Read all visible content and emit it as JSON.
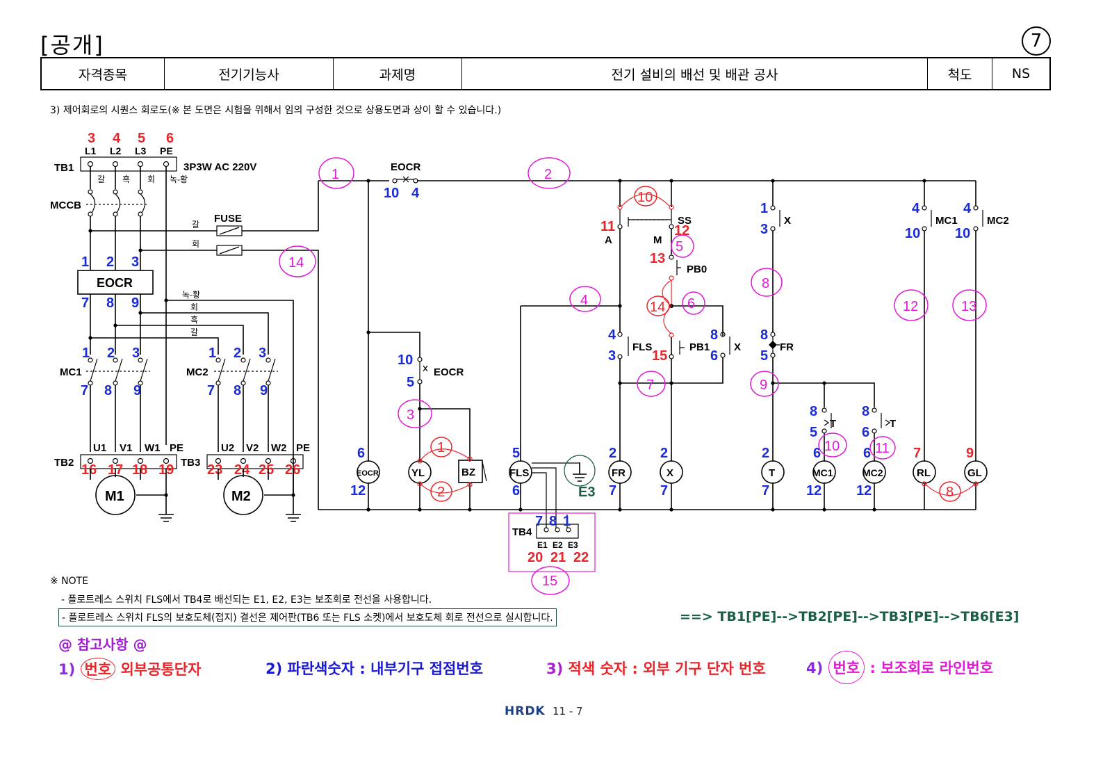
{
  "page_label": "[공개]",
  "page_number": "7",
  "header": {
    "field_label": "자격종목",
    "field_value": "전기기능사",
    "task_label": "과제명",
    "task_value": "전기 설비의 배선 및 배관 공사",
    "scale_label": "척도",
    "scale_value": "NS"
  },
  "subtitle": "3) 제어회로의 시퀀스 회로도(※ 본 도면은 시험을 위해서 임의 구성한 것으로 상용도면과 상이 할 수 있습니다.)",
  "diagram": {
    "tb1": {
      "name": "TB1",
      "spec": "3P3W AC 220V",
      "terminals": [
        "L1",
        "L2",
        "L3",
        "PE"
      ],
      "terminal_numbers": [
        "3",
        "4",
        "5",
        "6"
      ],
      "wire_colors": [
        "갈",
        "흑",
        "회",
        "녹-황"
      ]
    },
    "mccb": "MCCB",
    "fuse": "FUSE",
    "fuse_wire_labels": [
      "갈",
      "회"
    ],
    "eocr_main": {
      "name": "EOCR",
      "in": [
        "1",
        "2",
        "3"
      ],
      "out": [
        "7",
        "8",
        "9"
      ]
    },
    "bus_wire_labels": [
      "녹-황",
      "회",
      "흑",
      "갈"
    ],
    "mc1": {
      "name": "MC1",
      "in": [
        "1",
        "2",
        "3"
      ],
      "out": [
        "7",
        "8",
        "9"
      ]
    },
    "mc2": {
      "name": "MC2",
      "in": [
        "1",
        "2",
        "3"
      ],
      "out": [
        "7",
        "8",
        "9"
      ]
    },
    "tb2": {
      "name": "TB2",
      "terminals": [
        "U1",
        "V1",
        "W1",
        "PE"
      ],
      "numbers": [
        "16",
        "17",
        "18",
        "19"
      ]
    },
    "tb3": {
      "name": "TB3",
      "terminals": [
        "U2",
        "V2",
        "W2",
        "PE"
      ],
      "numbers": [
        "23",
        "24",
        "25",
        "26"
      ]
    },
    "motors": [
      "M1",
      "M2"
    ],
    "ctrl_eocr": {
      "name": "EOCR",
      "contact_in": "10",
      "contact_out": "4"
    },
    "eocr_aux": {
      "name": "EOCR",
      "top": "10",
      "bottom": "5"
    },
    "ss": {
      "name": "SS",
      "left_pin": "11",
      "right_pin": "12",
      "pos_a": "A",
      "pos_m": "M"
    },
    "pb0": {
      "name": "PB0",
      "pin_top": "13",
      "pin_bottom": "14"
    },
    "fls": {
      "name": "FLS",
      "top": "4",
      "bottom": "3"
    },
    "pb1": {
      "name": "PB1",
      "pin": "15"
    },
    "x_contact": {
      "name": "X",
      "top": "8",
      "bottom": "6"
    },
    "x_aux": {
      "name": "X",
      "top": "1",
      "bottom": "3"
    },
    "fr": {
      "name": "FR",
      "top": "8",
      "bottom": "5"
    },
    "t1": {
      "name": "T",
      "top": "8",
      "bottom": "5"
    },
    "t2": {
      "name": "T",
      "top": "8",
      "bottom": "6"
    },
    "mc1_contact": {
      "name": "MC1",
      "top": "4",
      "bottom": "10"
    },
    "mc2_contact": {
      "name": "MC2",
      "top": "4",
      "bottom": "10"
    },
    "loads": [
      {
        "name": "EOCR",
        "top": "6",
        "bottom": "12"
      },
      {
        "name": "YL"
      },
      {
        "name": "BZ"
      },
      {
        "name": "FLS",
        "top": "5",
        "bottom": "6"
      },
      {
        "name": "E3"
      },
      {
        "name": "FR",
        "top": "2",
        "bottom": "7"
      },
      {
        "name": "X",
        "top": "2",
        "bottom": "7"
      },
      {
        "name": "T",
        "top": "2",
        "bottom": "7"
      },
      {
        "name": "MC1",
        "top": "6",
        "bottom": "12"
      },
      {
        "name": "MC2",
        "top": "6",
        "bottom": "12"
      },
      {
        "name": "RL",
        "top": "7"
      },
      {
        "name": "GL",
        "top": "9"
      }
    ],
    "tb4": {
      "name": "TB4",
      "pins": [
        "7",
        "8",
        "1"
      ],
      "terminals": [
        "E1",
        "E2",
        "E3"
      ],
      "numbers": [
        "20",
        "21",
        "22"
      ]
    },
    "external_circles": [
      "1",
      "2",
      "8"
    ],
    "line_numbers": [
      "1",
      "2",
      "3",
      "4",
      "5",
      "6",
      "7",
      "8",
      "9",
      "10",
      "11",
      "12",
      "13",
      "14",
      "15"
    ],
    "red_circle_terminals": [
      "10",
      "14"
    ]
  },
  "notes": {
    "title": "※ NOTE",
    "line1": "- 플로트레스 스위치 FLS에서 TB4로 배선되는 E1, E2, E3는 보조회로 전선을 사용합니다.",
    "line2": "- 플로트레스 스위치 FLS의 보호도체(접지) 결선은 제어판(TB6 또는 FLS 소켓)에서 보호도체 회로 전선으로 실시합니다.",
    "arrow": "==> TB1[PE]-->TB2[PE]-->TB3[PE]-->TB6[E3]"
  },
  "reference": {
    "title": "@ 참고사항 @",
    "item1_prefix": "1)",
    "item1_circle": "번호",
    "item1_text": "외부공통단자",
    "item2": "2) 파란색숫자 : 내부기구 접점번호",
    "item3_prefix": "3)",
    "item3_text": "적색 숫자 : 외부 기구 단자 번호",
    "item4_prefix": "4)",
    "item4_circle": "번호",
    "item4_text": ": 보조회로 라인번호"
  },
  "footer": {
    "logo": "HRDK",
    "page": "11 - 7"
  },
  "colors": {
    "red": "#e8262a",
    "blue": "#1a2bd8",
    "magenta": "#e01ad6",
    "green": "#1c5e44"
  }
}
